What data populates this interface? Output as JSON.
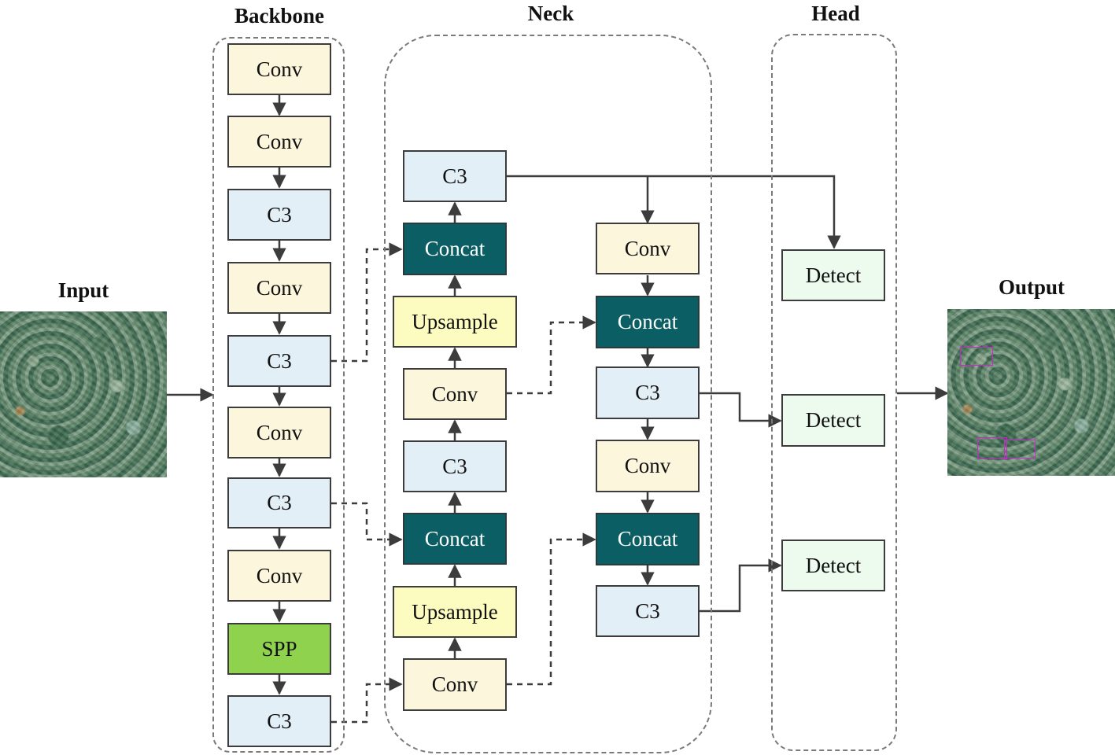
{
  "sections": {
    "input": "Input",
    "backbone": "Backbone",
    "neck": "Neck",
    "head": "Head",
    "output": "Output"
  },
  "backbone": [
    "Conv",
    "Conv",
    "C3",
    "Conv",
    "C3",
    "Conv",
    "C3",
    "Conv",
    "SPP",
    "C3"
  ],
  "neck": {
    "left_column": [
      "C3",
      "Concat",
      "Upsample",
      "Conv",
      "C3",
      "Concat",
      "Upsample",
      "Conv"
    ],
    "right_column": [
      "Conv",
      "Concat",
      "C3",
      "Conv",
      "Concat",
      "C3"
    ]
  },
  "head": [
    "Detect",
    "Detect",
    "Detect"
  ],
  "colors": {
    "conv": "#fbf6dc",
    "c3": "#e3eff6",
    "concat": "#0b5e63",
    "upsample": "#fdfcc0",
    "spp": "#8ed24e",
    "detect": "#ecfbee"
  },
  "images": {
    "input": "aerial-forest-photo",
    "output": "aerial-forest-photo-with-detections"
  }
}
